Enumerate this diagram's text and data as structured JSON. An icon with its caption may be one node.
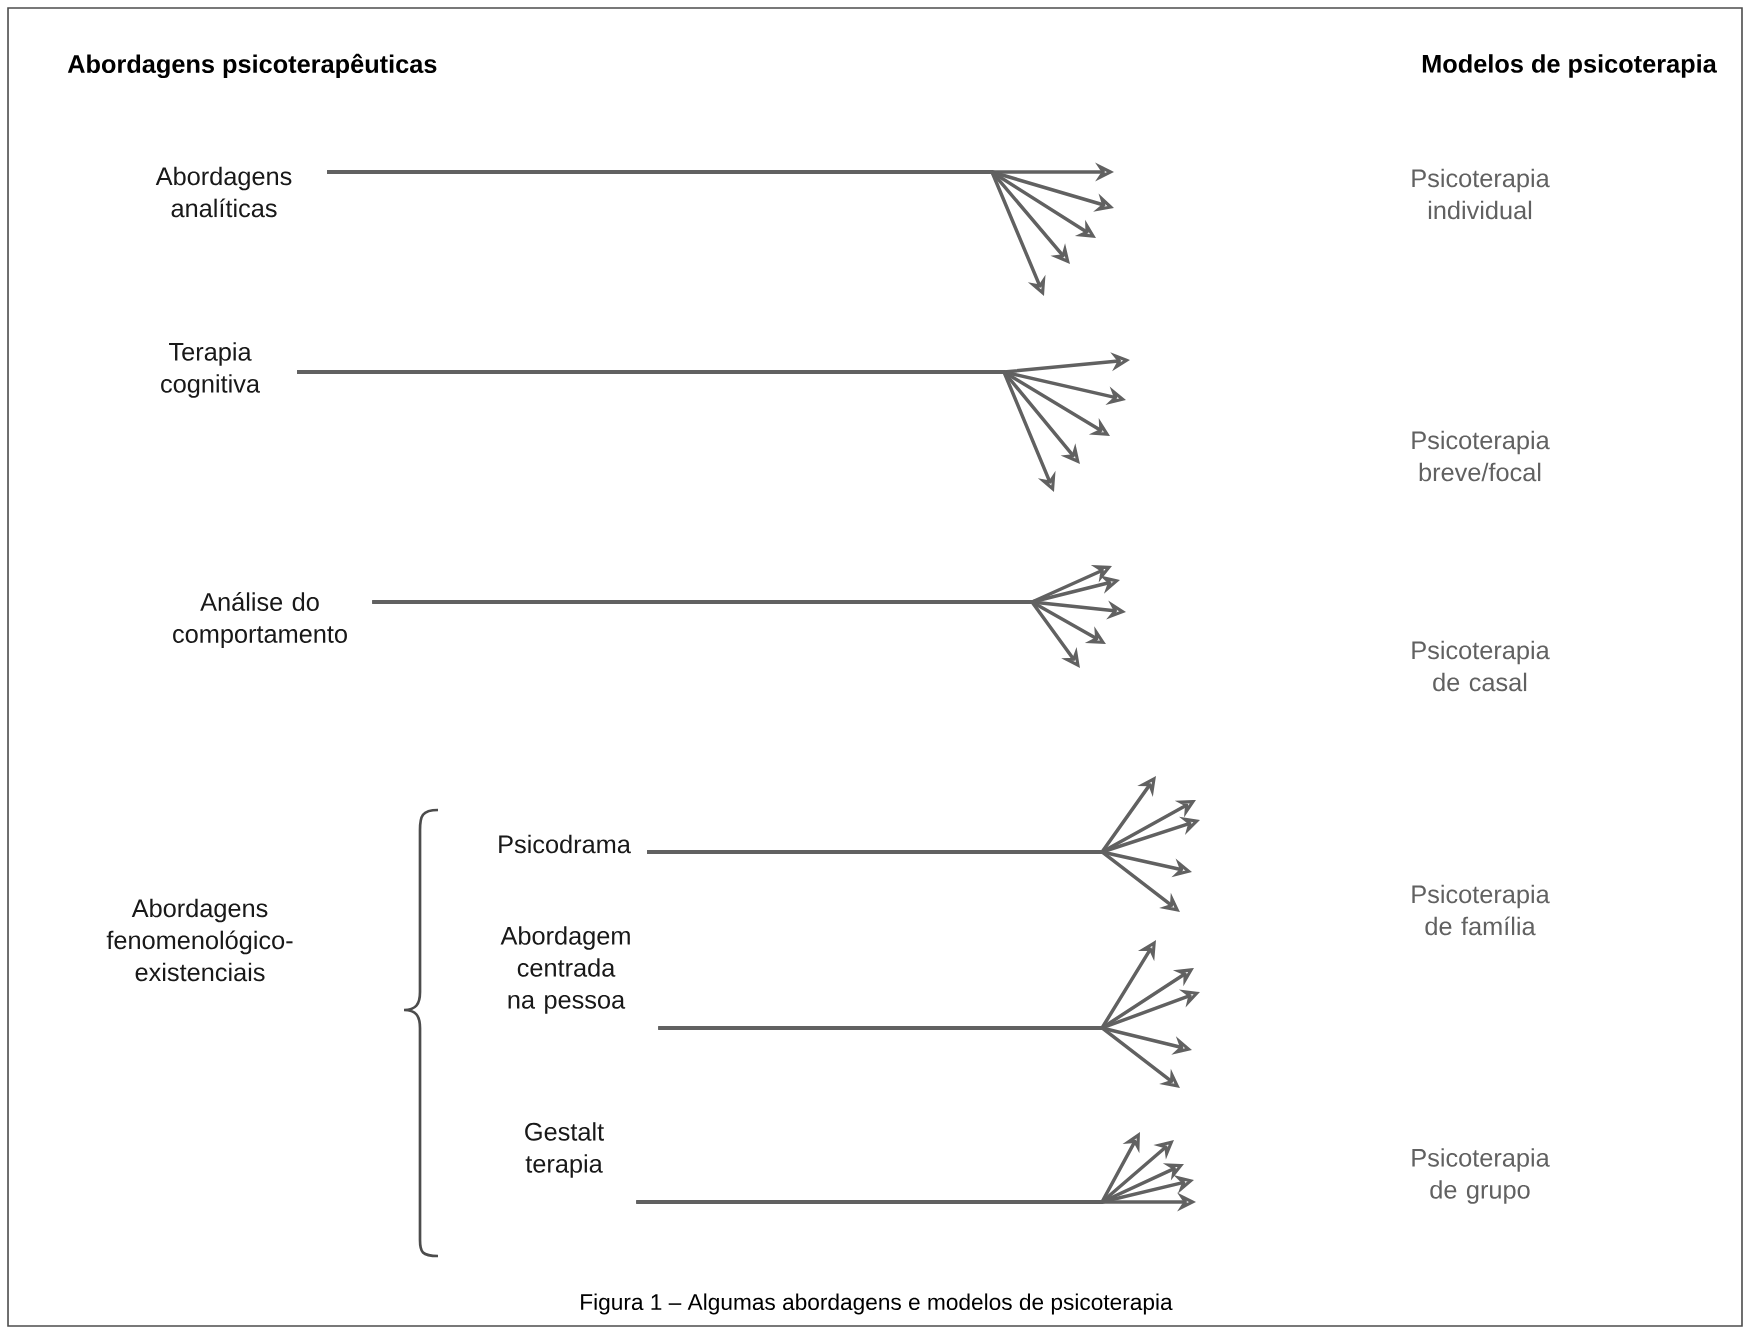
{
  "diagram": {
    "caption": "Figura 1 – Algumas abordagens e modelos de psicoterapia",
    "nodes": [
      {
        "text": [
          "Abordagens analíticas"
        ]
      },
      {
        "text": [
          "Terapia cognitiva"
        ]
      },
      {
        "text": [
          "Análise do comportamento"
        ]
      },
      {
        "text": [
          "Abordagens fenomenológico-existenciais"
        ]
      },
      {
        "text": [
          "Psicodrama"
        ]
      },
      {
        "text": [
          "Abordagem centrada na pessoa"
        ]
      },
      {
        "text": [
          "Gestalt terapia"
        ]
      },
      {
        "text": [
          "Psicoterapia individual"
        ]
      },
      {
        "text": [
          "Psicoterapia breve/focal"
        ]
      },
      {
        "text": [
          "Psicoterapia de casal"
        ]
      },
      {
        "text": [
          "Psicoterapia de família"
        ]
      },
      {
        "text": [
          "Psicoterapia de grupo"
        ]
      }
    ],
    "edges": [
      {
        "from": 0,
        "to": null,
        "arrow": "to"
      },
      {
        "from": 0,
        "to": null,
        "arrow": "to"
      },
      {
        "from": 0,
        "to": null,
        "arrow": "to"
      },
      {
        "from": 0,
        "to": null,
        "arrow": "to"
      },
      {
        "from": 0,
        "to": null,
        "arrow": "to"
      },
      {
        "from": 1,
        "to": null,
        "arrow": "to"
      },
      {
        "from": 1,
        "to": null,
        "arrow": "to"
      },
      {
        "from": 1,
        "to": null,
        "arrow": "to"
      },
      {
        "from": 1,
        "to": null,
        "arrow": "to"
      },
      {
        "from": 1,
        "to": null,
        "arrow": "to"
      },
      {
        "from": 2,
        "to": null,
        "arrow": "to"
      },
      {
        "from": 2,
        "to": null,
        "arrow": "to"
      },
      {
        "from": 2,
        "to": null,
        "arrow": "to"
      },
      {
        "from": 2,
        "to": null,
        "arrow": "to"
      },
      {
        "from": 2,
        "to": null,
        "arrow": "to"
      },
      {
        "from": 4,
        "to": null,
        "arrow": "to"
      },
      {
        "from": 4,
        "to": null,
        "arrow": "to"
      },
      {
        "from": 4,
        "to": null,
        "arrow": "to"
      },
      {
        "from": 4,
        "to": null,
        "arrow": "to"
      },
      {
        "from": 4,
        "to": null,
        "arrow": "to"
      },
      {
        "from": 5,
        "to": null,
        "arrow": "to"
      },
      {
        "from": 5,
        "to": null,
        "arrow": "to"
      },
      {
        "from": 5,
        "to": null,
        "arrow": "to"
      },
      {
        "from": 5,
        "to": null,
        "arrow": "to"
      },
      {
        "from": 5,
        "to": null,
        "arrow": "to"
      },
      {
        "from": 6,
        "to": null,
        "arrow": "to"
      },
      {
        "from": 6,
        "to": null,
        "arrow": "to"
      },
      {
        "from": 6,
        "to": null,
        "arrow": "to"
      },
      {
        "from": 6,
        "to": null,
        "arrow": "to"
      },
      {
        "from": 6,
        "to": null,
        "arrow": "to"
      }
    ],
    "labels": [
      "Abordagens psicoterapêuticas",
      "Modelos de psicoterapia"
    ]
  }
}
